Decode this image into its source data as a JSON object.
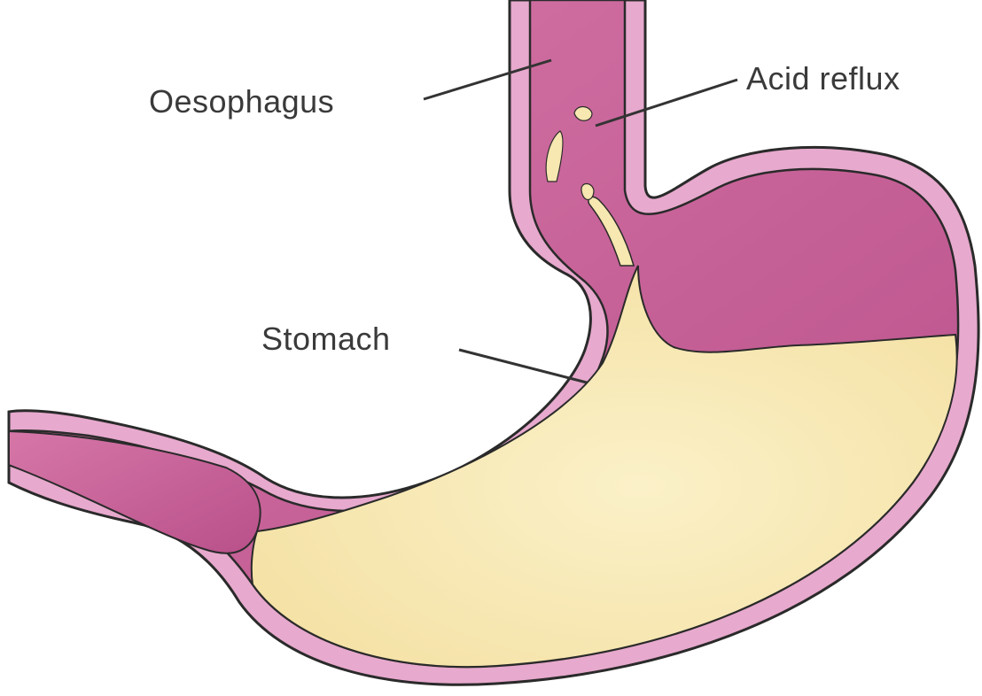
{
  "labels": {
    "oesophagus": "Oesophagus",
    "acid_reflux": "Acid reflux",
    "stomach": "Stomach"
  },
  "colors": {
    "wall_outer": "#e7a9cd",
    "lumen": "#c9659b",
    "contents": "#f7e7b0",
    "outline": "#2a2a2a",
    "leader_line": "#333333"
  }
}
